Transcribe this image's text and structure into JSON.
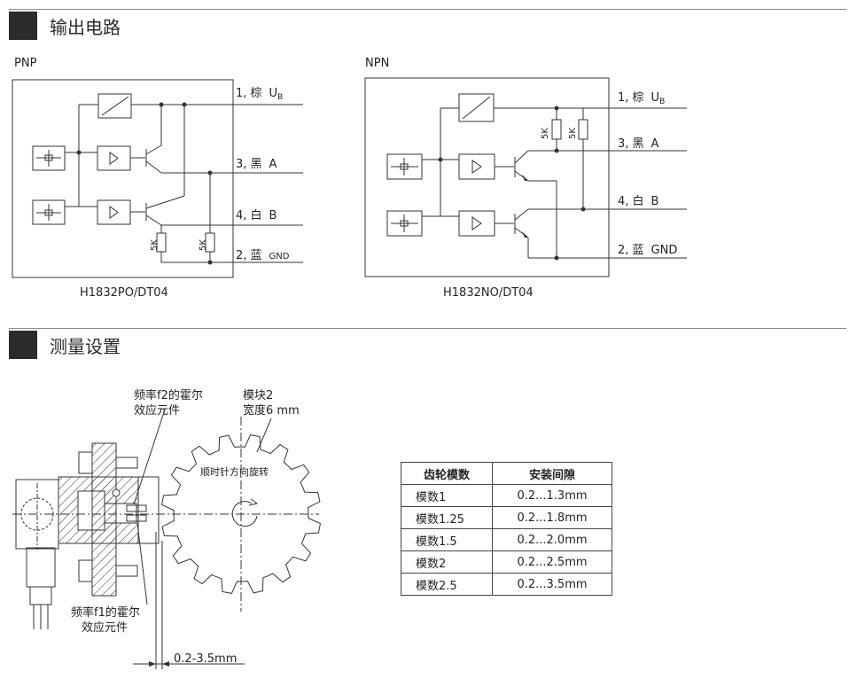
{
  "sections": {
    "output": {
      "title": "输出电路"
    },
    "measure": {
      "title": "测量设置"
    }
  },
  "pnp": {
    "label": "PNP",
    "model": "H1832PO/DT04",
    "wires": {
      "w1": "1, 棕",
      "u": "U",
      "b": "B",
      "w3": "3, 黑",
      "a": "A",
      "w4": "4, 白",
      "bb": "B",
      "w2": "2, 蓝",
      "gnd": "GND"
    },
    "resistor": "5K"
  },
  "npn": {
    "label": "NPN",
    "model": "H1832NO/DT04",
    "wires": {
      "w1": "1, 棕",
      "u": "U",
      "b": "B",
      "w3": "3, 黑",
      "a": "A",
      "w4": "4, 白",
      "bb": "B",
      "w2": "2, 蓝",
      "gnd": "GND"
    },
    "resistor": "5K"
  },
  "diagram": {
    "hall_f2": [
      "频率f2的霍尔",
      "效应元件"
    ],
    "module": [
      "模块2",
      "宽度6 mm"
    ],
    "rotation": "顺时针方向旋转",
    "hall_f1": [
      "频率f1的霍尔",
      "效应元件"
    ],
    "gap": "0.2-3.5mm"
  },
  "table": {
    "headers": [
      "齿轮模数",
      "安装间隙"
    ],
    "rows": [
      [
        "模数1",
        "0.2...1.3mm"
      ],
      [
        "模数1.25",
        "0.2...1.8mm"
      ],
      [
        "模数1.5",
        "0.2...2.0mm"
      ],
      [
        "模数2",
        "0.2...2.5mm"
      ],
      [
        "模数2.5",
        "0.2...3.5mm"
      ]
    ]
  }
}
